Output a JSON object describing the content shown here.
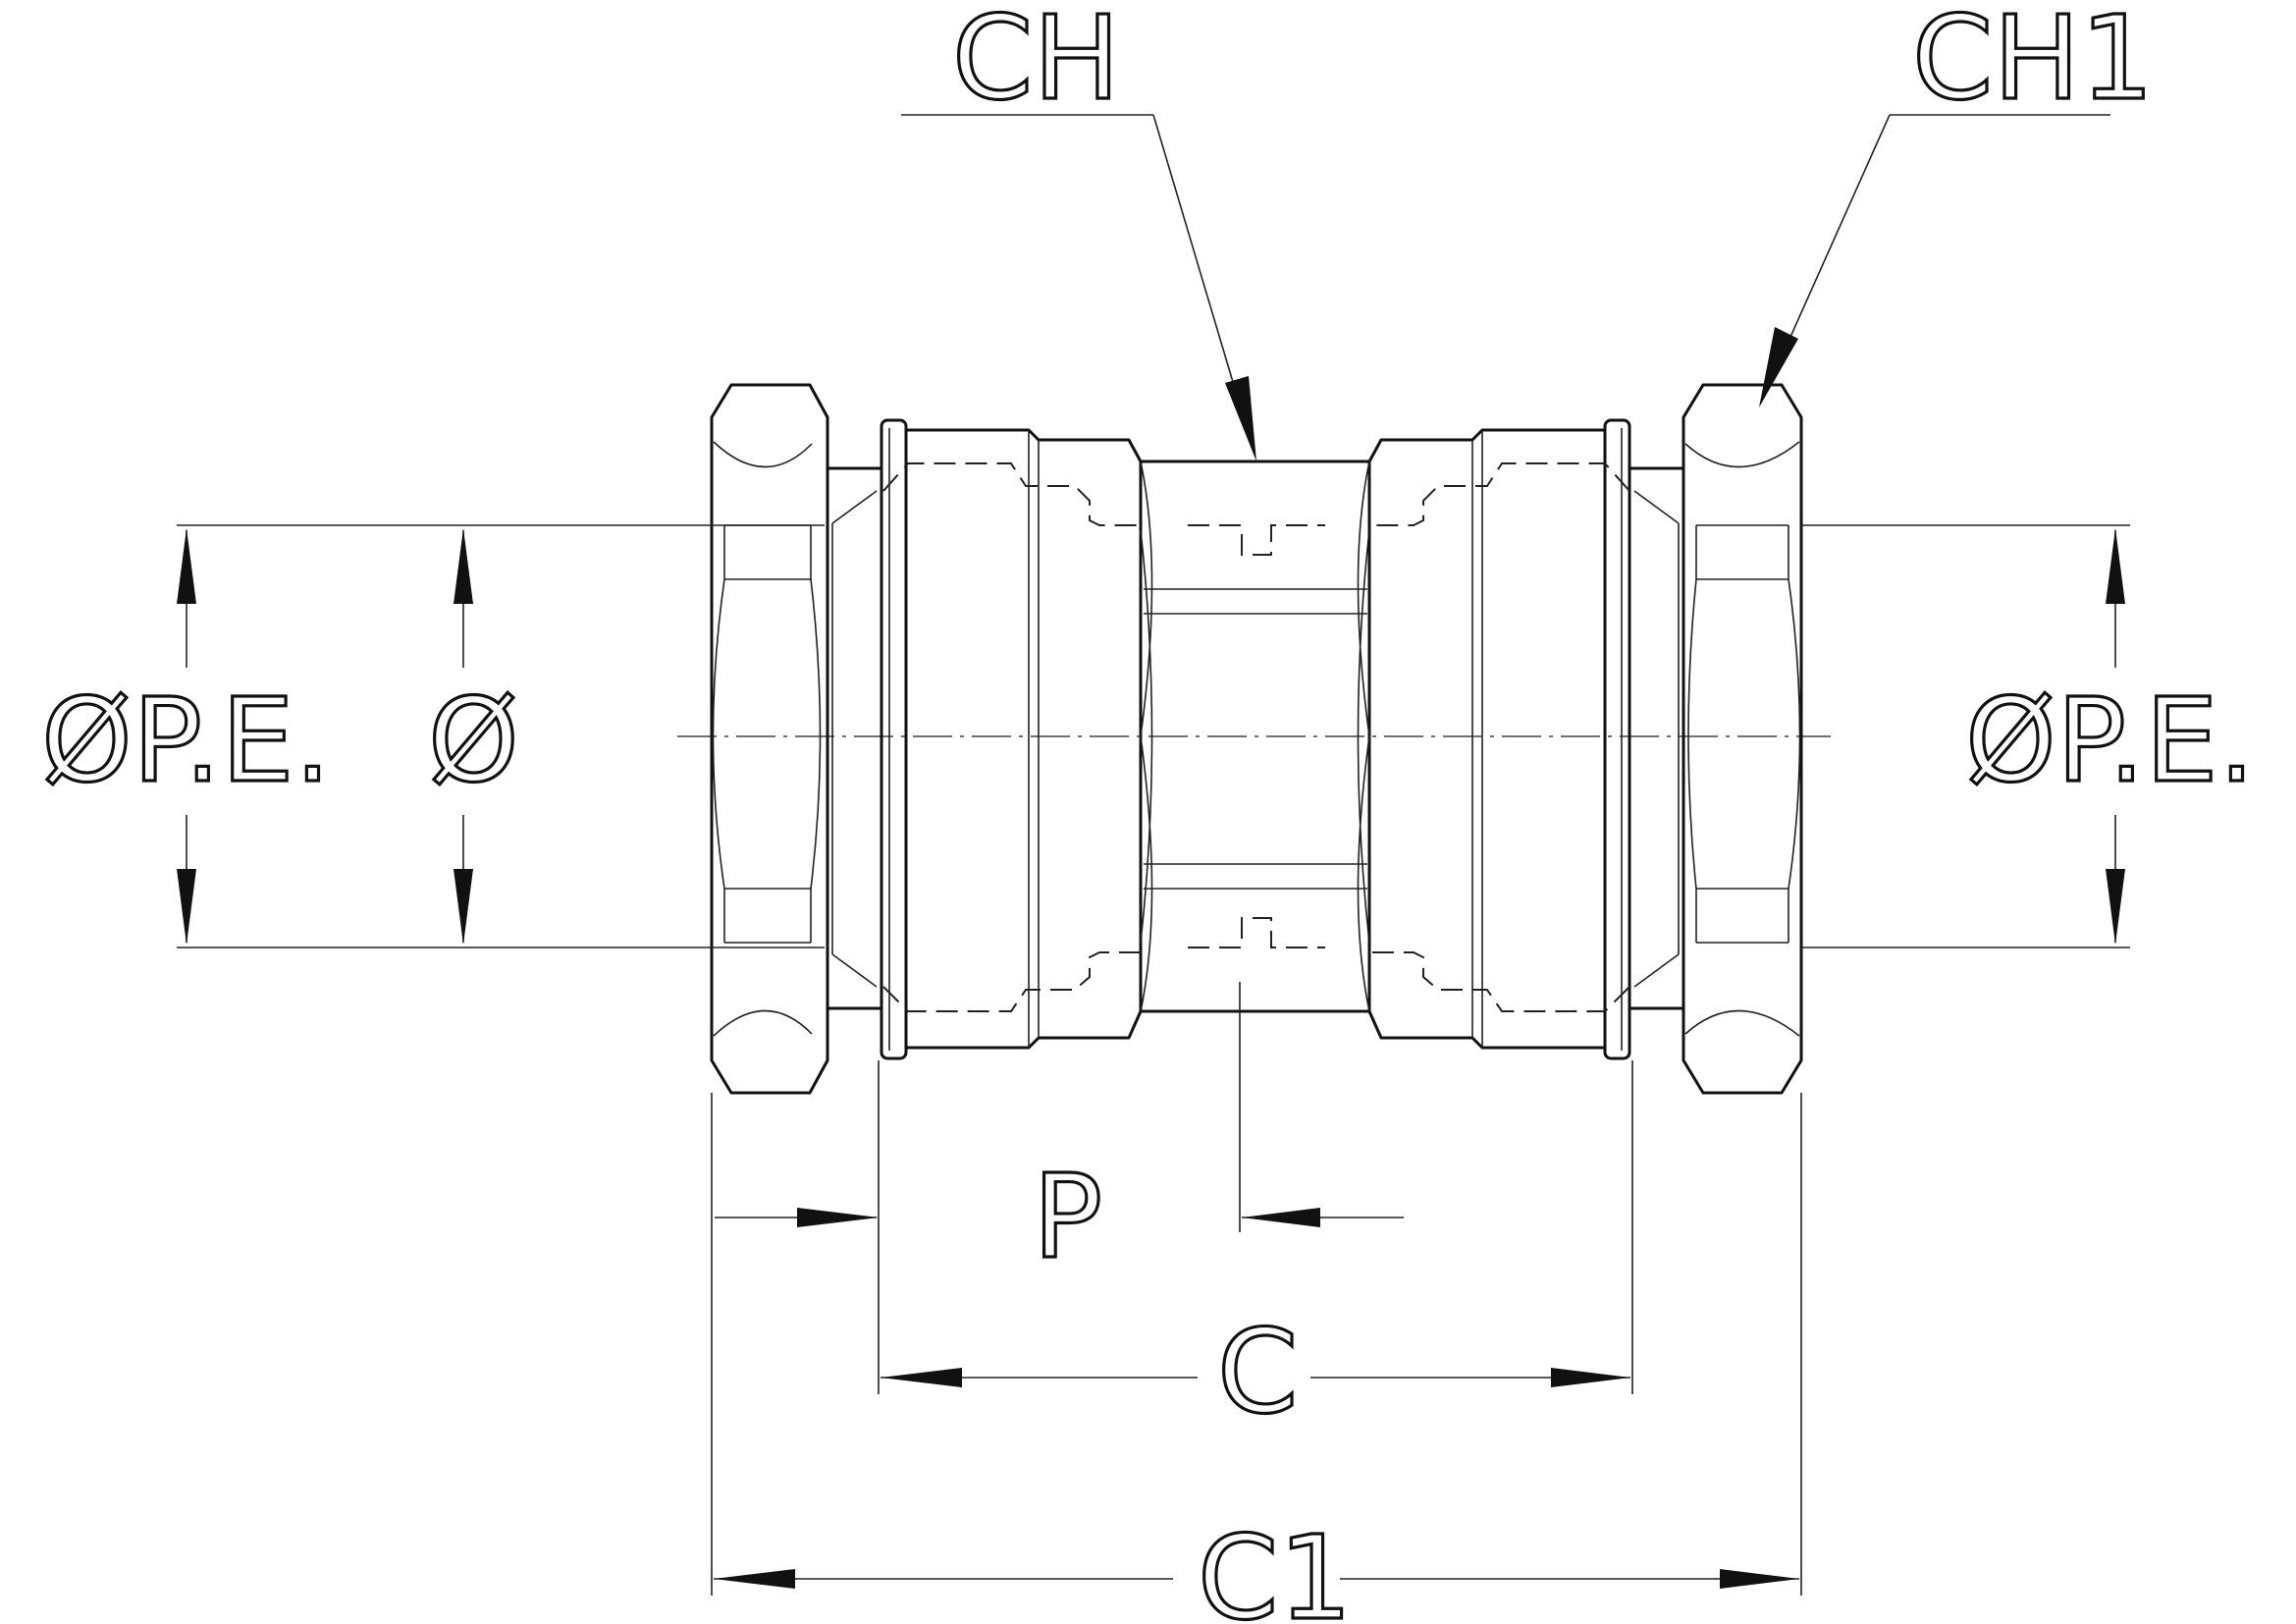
{
  "labels": {
    "ch": "CH",
    "ch1": "CH1",
    "ope_left": "ØP.E.",
    "diameter": "Ø",
    "ope_right": "ØP.E.",
    "p": "P",
    "c": "C",
    "c1": "C1"
  }
}
